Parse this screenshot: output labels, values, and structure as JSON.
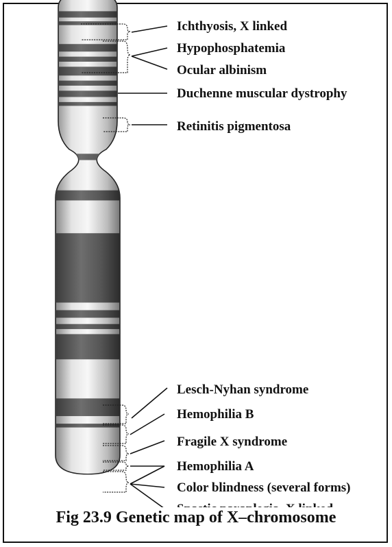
{
  "figure": {
    "caption": "Fig 23.9 Genetic map of X–chromosome",
    "gene_labels": [
      "Ichthyosis, X linked",
      "Hypophosphatemia",
      "Ocular albinism",
      "Duchenne muscular dystrophy",
      "Retinitis pigmentosa",
      "Lesch-Nyhan syndrome",
      "Hemophilia B",
      "Fragile X syndrome",
      "Hemophilia A",
      "Color blindness (several forms)",
      "Spastic paraplegia, X linked"
    ]
  }
}
